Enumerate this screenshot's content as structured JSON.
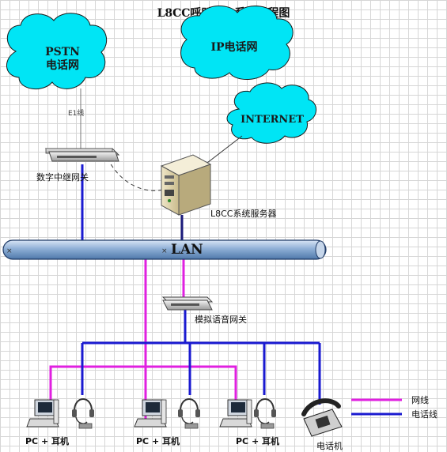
{
  "diagram": {
    "title": "L8CC呼叫中心系统流程图",
    "clouds": {
      "pstn_line1": "PSTN",
      "pstn_line2": "电话网",
      "ip": "IP电话网",
      "internet": "INTERNET"
    },
    "labels": {
      "e1": "E1线",
      "digital_gateway": "数字中继网关",
      "server": "L8CC系统服务器",
      "lan": "LAN",
      "analog_gateway": "模拟语音网关",
      "pc_headset": "PC + 耳机",
      "telephone": "电话机"
    },
    "legend": [
      {
        "label": "网线",
        "color": "#e020e0"
      },
      {
        "label": "电话线",
        "color": "#1a1ad0"
      }
    ],
    "colors": {
      "network_line": "#e020e0",
      "phone_line": "#1a1ad0",
      "cloud_fill": "#00e5f5",
      "lan_bar": "#8fb0d6"
    }
  }
}
